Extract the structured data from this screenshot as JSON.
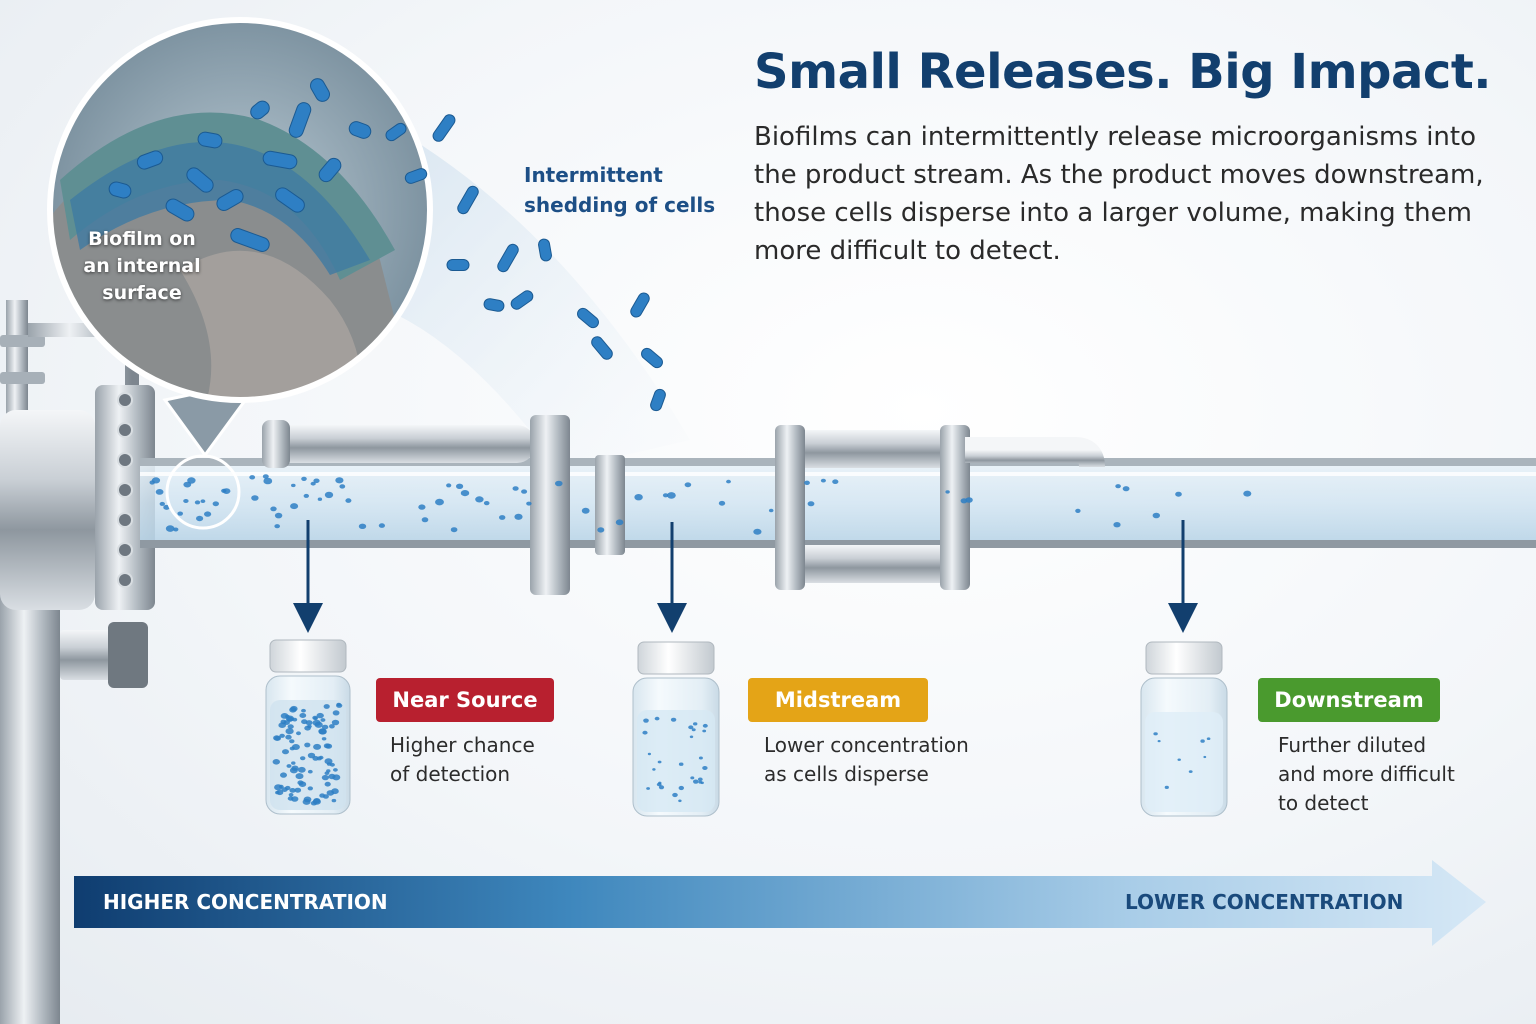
{
  "header": {
    "title": "Small Releases. Big Impact.",
    "body": "Biofilms can intermittently release microorganisms into the product stream. As the product moves downstream, those cells disperse into a larger volume, making them more difficult to detect."
  },
  "callouts": {
    "shedding": "Intermittent shedding of cells",
    "biofilm": "Biofilm on an internal surface"
  },
  "stages": [
    {
      "label": "Near Source",
      "description": "Higher chance\nof detection",
      "color": "#b8202f"
    },
    {
      "label": "Midstream",
      "description": "Lower concentration\nas cells disperse",
      "color": "#e4a417"
    },
    {
      "label": "Downstream",
      "description": "Further diluted\nand more difficult\nto detect",
      "color": "#4a9a2e"
    }
  ],
  "gradient_bar": {
    "left_label": "HIGHER CONCENTRATION",
    "right_label": "LOWER CONCENTRATION",
    "color_start": "#0f3d70",
    "color_end": "#d6e8f6"
  },
  "colors": {
    "title": "#123f6e",
    "cell": "#2e7fc4",
    "arrow": "#123f6e"
  }
}
